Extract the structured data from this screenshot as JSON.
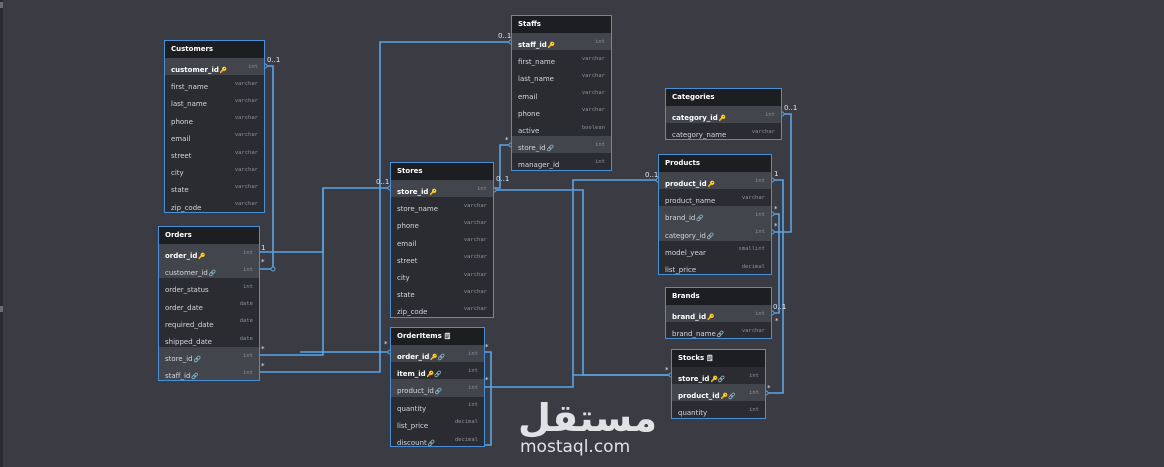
{
  "colors": {
    "background": "#3b3c43",
    "table_body": "#2b2c31",
    "table_header": "#1d1e22",
    "selected_border": "#4a90d6",
    "link": "#5aa4e6",
    "highlight_row": "#43454d"
  },
  "tables": {
    "customers": {
      "name": "Customers",
      "fields": [
        {
          "name": "customer_id",
          "type": "int",
          "pk": true,
          "key": "🔑",
          "hl": true
        },
        {
          "name": "first_name",
          "type": "varchar"
        },
        {
          "name": "last_name",
          "type": "varchar"
        },
        {
          "name": "phone",
          "type": "varchar"
        },
        {
          "name": "email",
          "type": "varchar"
        },
        {
          "name": "street",
          "type": "varchar"
        },
        {
          "name": "city",
          "type": "varchar"
        },
        {
          "name": "state",
          "type": "varchar"
        },
        {
          "name": "zip_code",
          "type": "varchar"
        }
      ]
    },
    "orders": {
      "name": "Orders",
      "fields": [
        {
          "name": "order_id",
          "type": "int",
          "pk": true,
          "key": "🔑",
          "hl": true
        },
        {
          "name": "customer_id",
          "type": "int",
          "key": "🔗",
          "hl": true
        },
        {
          "name": "order_status",
          "type": "int"
        },
        {
          "name": "order_date",
          "type": "date"
        },
        {
          "name": "required_date",
          "type": "date"
        },
        {
          "name": "shipped_date",
          "type": "date"
        },
        {
          "name": "store_id",
          "type": "int",
          "key": "🔗",
          "hl": true
        },
        {
          "name": "staff_id",
          "type": "int",
          "key": "🔗",
          "hl": true
        }
      ]
    },
    "staffs": {
      "name": "Staffs",
      "fields": [
        {
          "name": "staff_id",
          "type": "int",
          "pk": true,
          "key": "🔑",
          "hl": true
        },
        {
          "name": "first_name",
          "type": "varchar"
        },
        {
          "name": "last_name",
          "type": "varchar"
        },
        {
          "name": "email",
          "type": "varchar"
        },
        {
          "name": "phone",
          "type": "varchar"
        },
        {
          "name": "active",
          "type": "boolean"
        },
        {
          "name": "store_id",
          "type": "int",
          "key": "🔗",
          "hl": true
        },
        {
          "name": "manager_id",
          "type": "int"
        }
      ]
    },
    "stores": {
      "name": "Stores",
      "fields": [
        {
          "name": "store_id",
          "type": "int",
          "pk": true,
          "key": "🔑",
          "hl": true
        },
        {
          "name": "store_name",
          "type": "varchar"
        },
        {
          "name": "phone",
          "type": "varchar"
        },
        {
          "name": "email",
          "type": "varchar"
        },
        {
          "name": "street",
          "type": "varchar"
        },
        {
          "name": "city",
          "type": "varchar"
        },
        {
          "name": "state",
          "type": "varchar"
        },
        {
          "name": "zip_code",
          "type": "varchar"
        }
      ]
    },
    "order_items": {
      "name": "OrderItems",
      "note": "🗒",
      "fields": [
        {
          "name": "order_id",
          "type": "int",
          "pk": true,
          "key": "🔑🔗",
          "hl": true
        },
        {
          "name": "item_id",
          "type": "int",
          "pk": true,
          "key": "🔑🔗"
        },
        {
          "name": "product_id",
          "type": "int",
          "key": "🔗",
          "hl": true
        },
        {
          "name": "quantity",
          "type": "int"
        },
        {
          "name": "list_price",
          "type": "decimal"
        },
        {
          "name": "discount",
          "type": "decimal",
          "key": "🔗"
        }
      ]
    },
    "categories": {
      "name": "Categories",
      "fields": [
        {
          "name": "category_id",
          "type": "int",
          "pk": true,
          "key": "🔑",
          "hl": true
        },
        {
          "name": "category_name",
          "type": "varchar"
        }
      ]
    },
    "products": {
      "name": "Products",
      "fields": [
        {
          "name": "product_id",
          "type": "int",
          "pk": true,
          "key": "🔑",
          "hl": true
        },
        {
          "name": "product_name",
          "type": "varchar"
        },
        {
          "name": "brand_id",
          "type": "int",
          "key": "🔗",
          "hl": true
        },
        {
          "name": "category_id",
          "type": "int",
          "key": "🔗",
          "hl": true
        },
        {
          "name": "model_year",
          "type": "smallint"
        },
        {
          "name": "list_price",
          "type": "decimal"
        }
      ]
    },
    "brands": {
      "name": "Brands",
      "fields": [
        {
          "name": "brand_id",
          "type": "int",
          "pk": true,
          "key": "🔑",
          "hl": true
        },
        {
          "name": "brand_name",
          "type": "varchar",
          "key": "🔗"
        }
      ]
    },
    "stocks": {
      "name": "Stocks",
      "note": "🗒",
      "fields": [
        {
          "name": "store_id",
          "type": "int",
          "pk": true,
          "key": "🔑🔗"
        },
        {
          "name": "product_id",
          "type": "int",
          "pk": true,
          "key": "🔑🔗",
          "hl": true
        },
        {
          "name": "quantity",
          "type": "int"
        }
      ]
    }
  },
  "cardinality": {
    "zero_one": "0..1",
    "one": "1",
    "many": "*"
  },
  "watermark": {
    "logo": "مستقل",
    "url": "mostaql.com"
  }
}
